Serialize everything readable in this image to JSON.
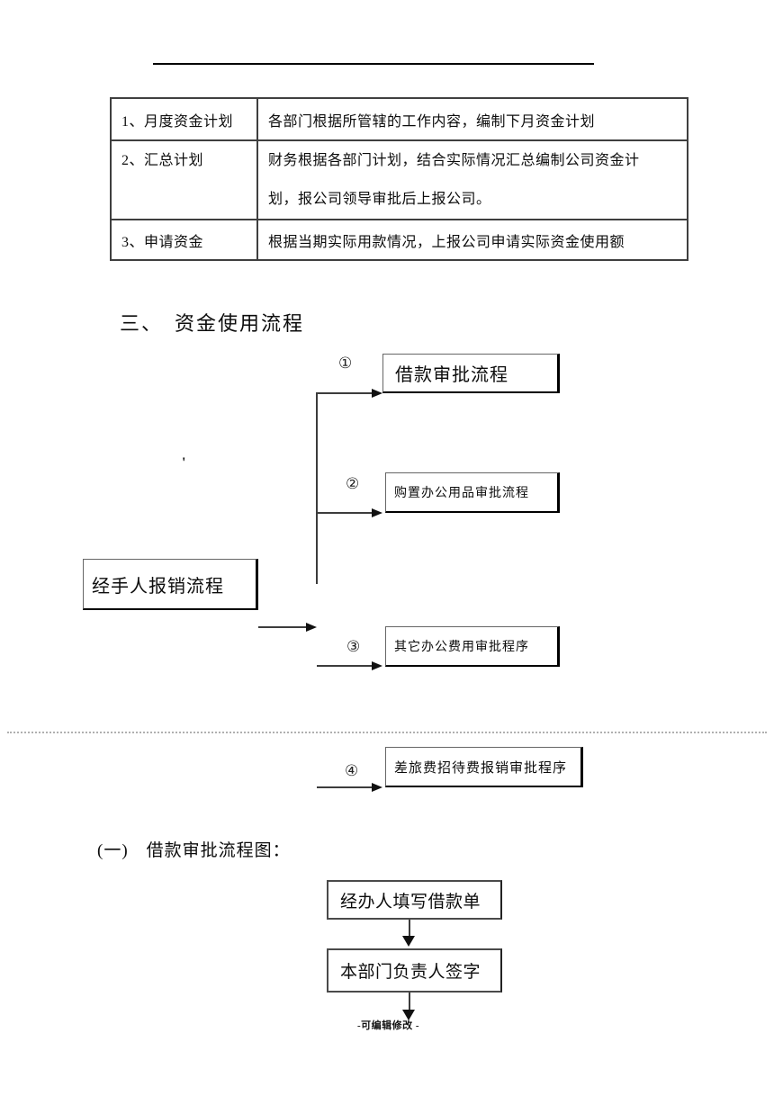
{
  "fund_plan_table": {
    "rows": [
      {
        "label": "1、月度资金计划",
        "desc1": "各部门根据所管辖的工作内容，编制下月资金计划",
        "desc2": ""
      },
      {
        "label": "2、汇总计划",
        "desc1": "财务根据各部门计划，结合实际情况汇总编制公司资金计",
        "desc2": "划，报公司领导审批后上报公司。"
      },
      {
        "label": "3、申请资金",
        "desc1": "根据当期实际用款情况，上报公司申请实际资金使用额",
        "desc2": ""
      }
    ]
  },
  "section_heading": "三、　资金使用流程",
  "usage_flowchart": {
    "source_label": "经手人报销流程",
    "stray_mark": "'",
    "branches": [
      {
        "num": "①",
        "label": "借款审批流程"
      },
      {
        "num": "②",
        "label": "购置办公用品审批流程"
      },
      {
        "num": "③",
        "label": "其它办公费用审批程序"
      },
      {
        "num": "④",
        "label": "差旅费招待费报销审批程序"
      }
    ]
  },
  "subsection_heading": "(一)　借款审批流程图：",
  "loan_flowchart": {
    "steps": [
      {
        "label": "经办人填写借款单"
      },
      {
        "label": "本部门负责人签字"
      }
    ]
  },
  "footer_note": "-可编辑修改 -"
}
